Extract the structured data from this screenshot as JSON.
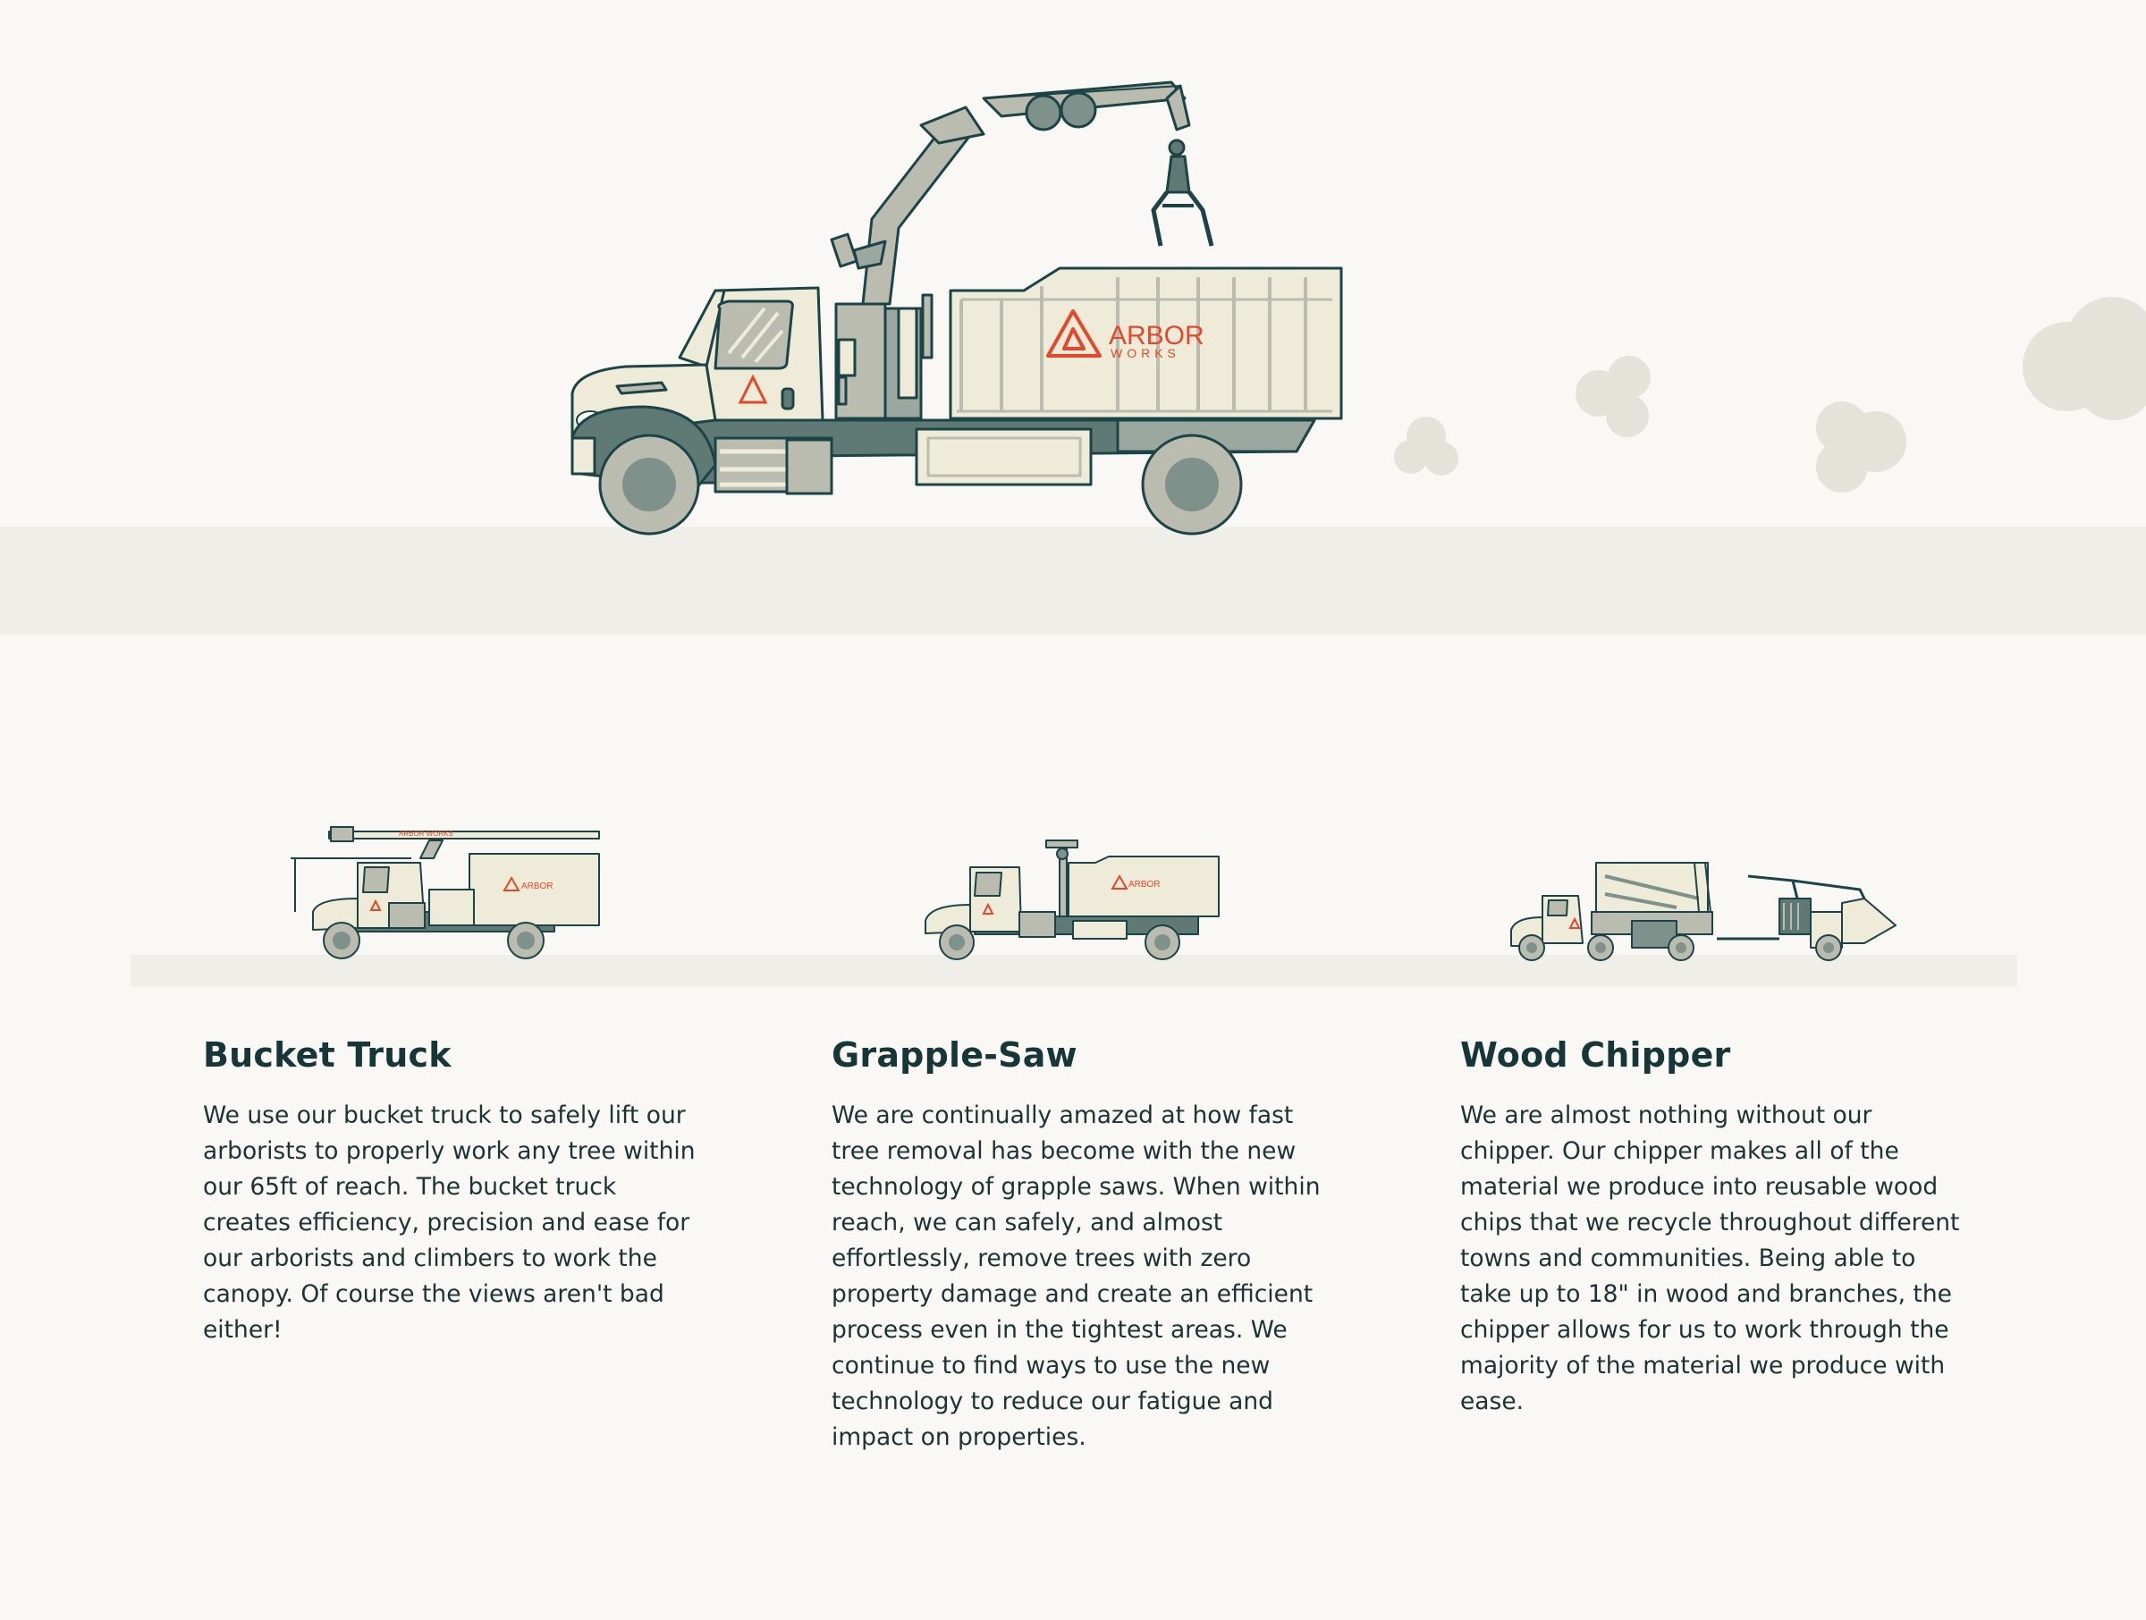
{
  "brand": {
    "name": "ARBOR",
    "sub": "WORKS",
    "mini_banner": "ARBOR WORKS",
    "accent": "#e5472a"
  },
  "colors": {
    "background": "#f9f8f4",
    "road": "#efeee8",
    "outline": "#1c4446",
    "cream": "#eeebd9",
    "body_gray": "#b9bcae",
    "dark_teal": "#5f7a74",
    "text": "#163638"
  },
  "vehicles": [
    {
      "id": "bucket-truck",
      "title": "Bucket Truck",
      "description": "We use our bucket truck to safely lift our arborists to properly work any tree within our 65ft of reach. The bucket truck creates efficiency, precision and ease for our arborists and climbers to work the canopy. Of course the views aren't bad either!"
    },
    {
      "id": "grapple-saw",
      "title": "Grapple-Saw",
      "description": "We are continually amazed at how fast tree removal has become with the new technology of grapple saws. When within reach, we can safely, and almost effortlessly, remove trees with zero property damage and create an efficient process even in the tightest areas. We continue to find ways to use the new technology to reduce our fatigue and impact on properties."
    },
    {
      "id": "wood-chipper",
      "title": "Wood Chipper",
      "description": "We are almost nothing without our chipper. Our chipper makes all of the material we produce into reusable wood chips that we recycle throughout different towns and communities. Being able to take up to 18\" in wood and branches, the chipper allows for us to work through the majority of the material we produce with ease."
    }
  ]
}
